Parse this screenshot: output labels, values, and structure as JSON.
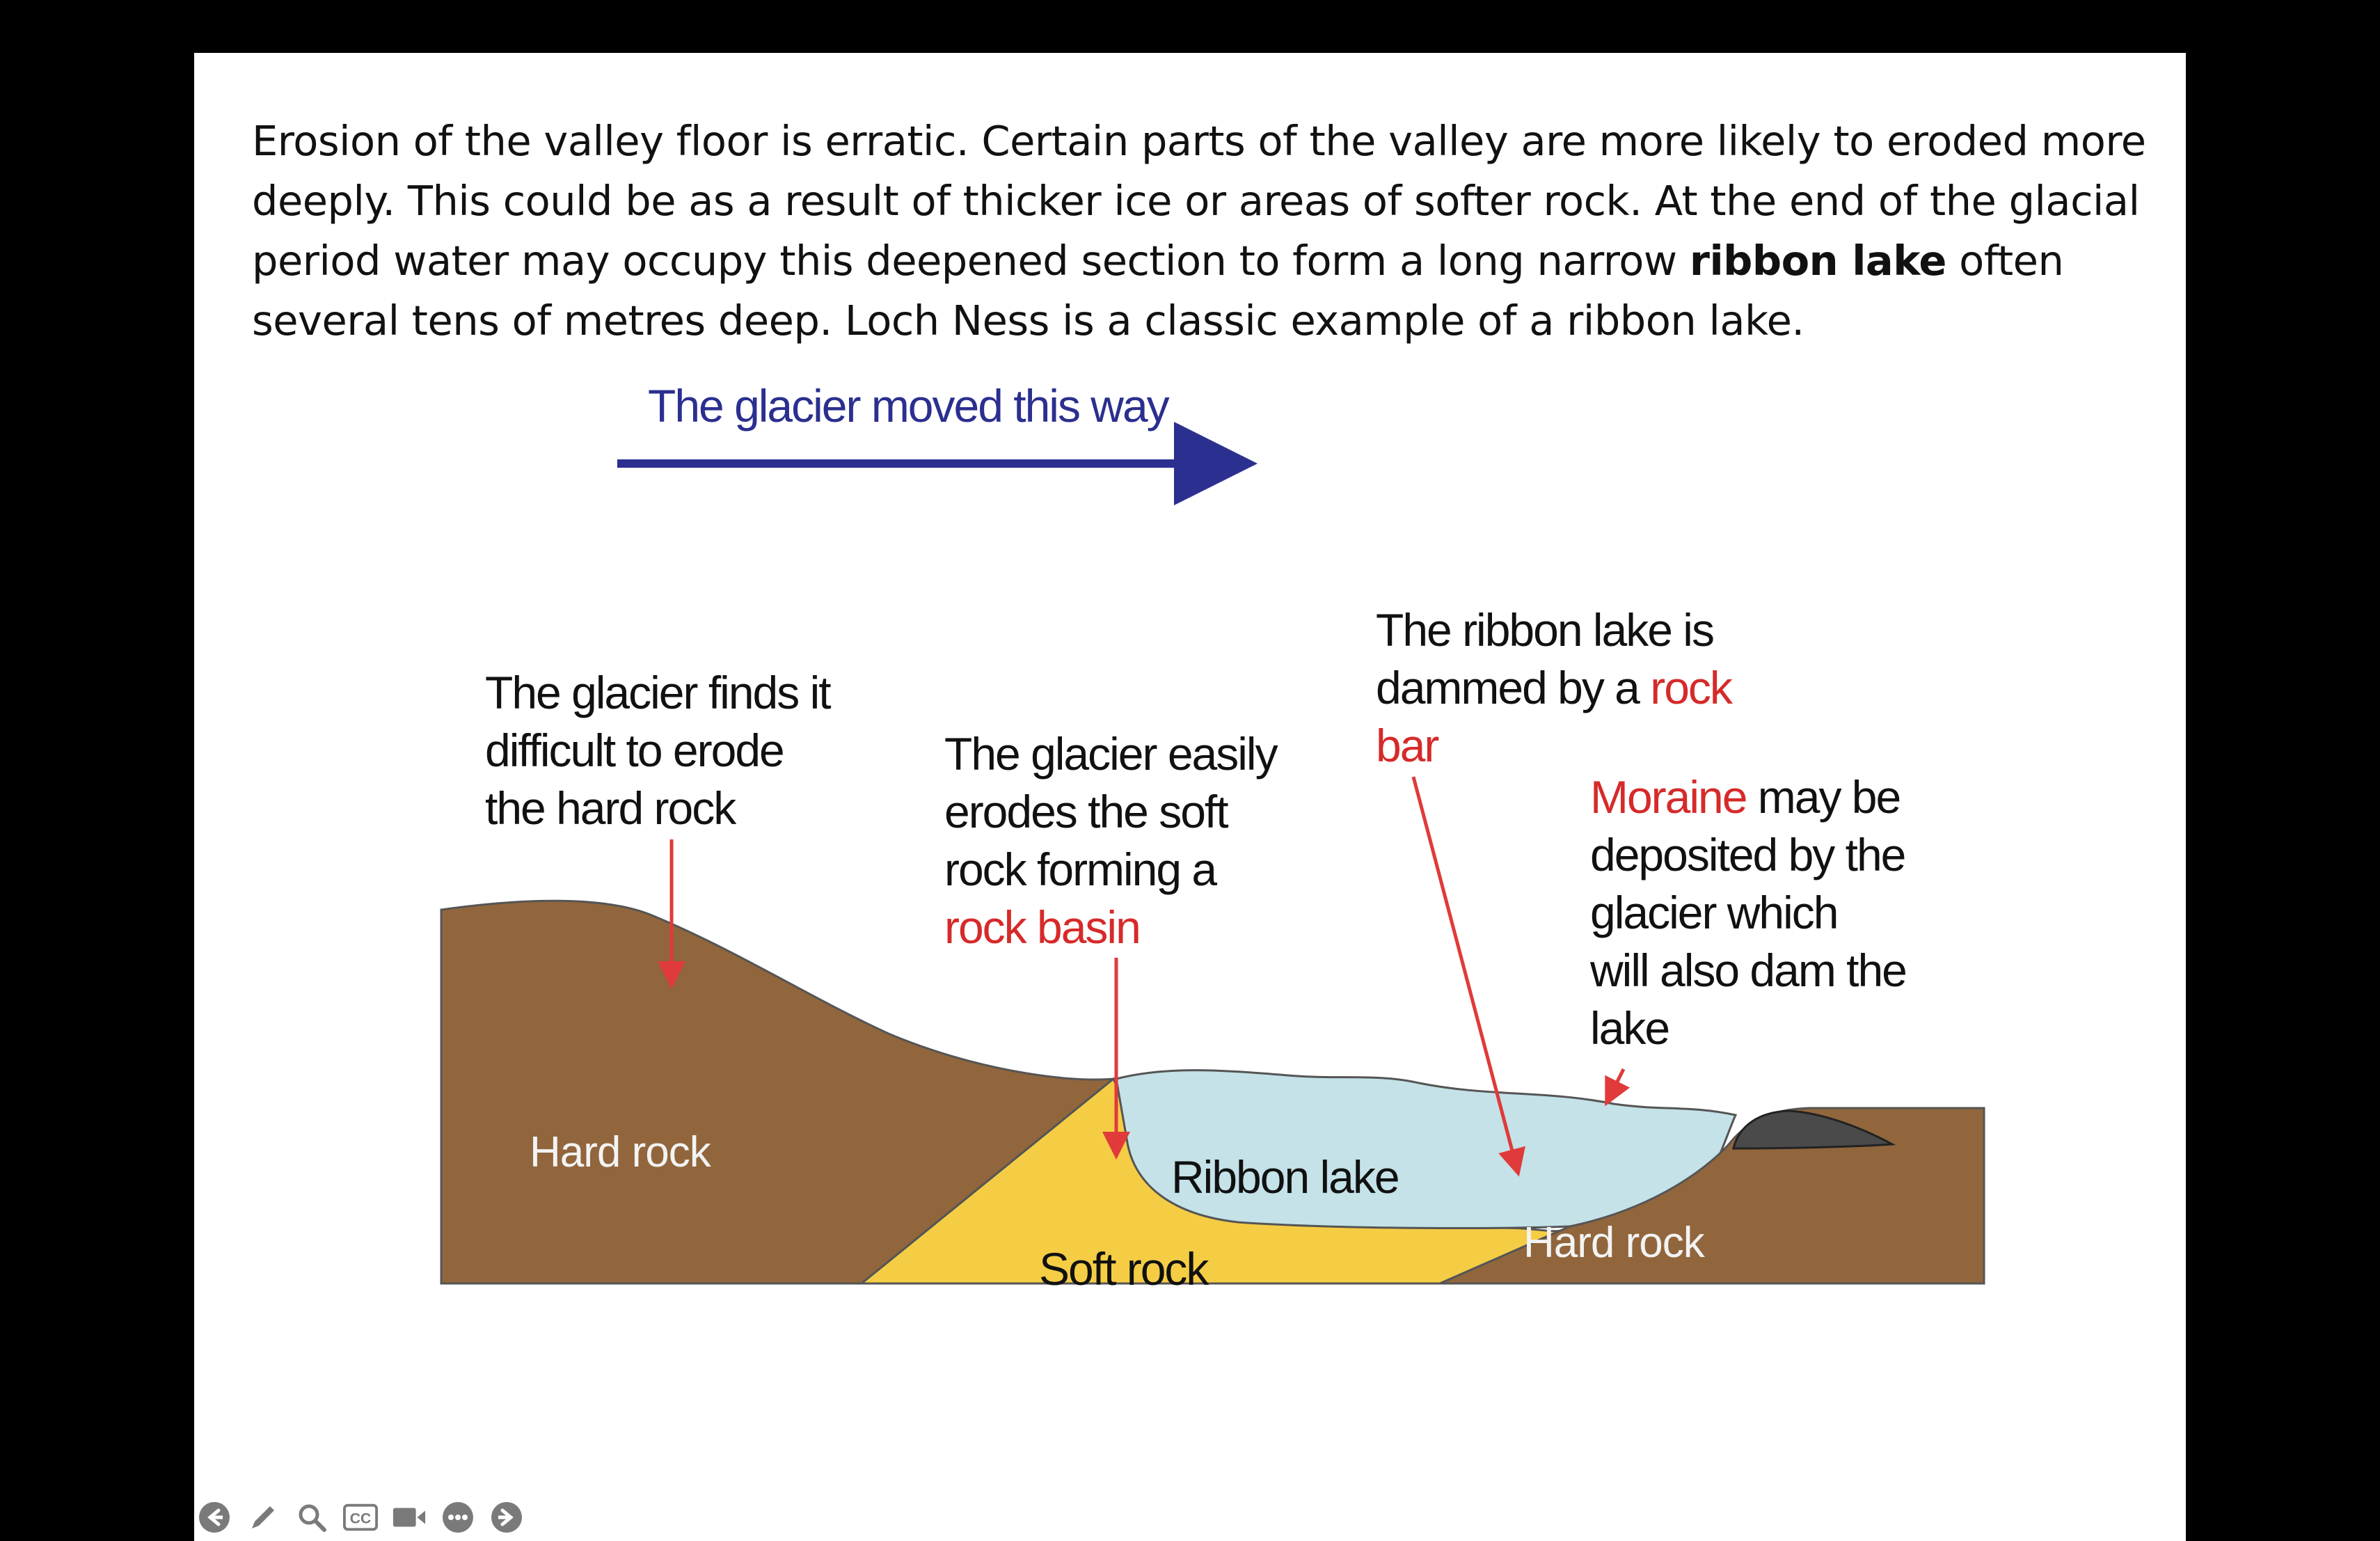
{
  "intro": {
    "part1": "Erosion of the valley floor is erratic. Certain parts of the valley are more likely to eroded more deeply. This could be as a result of thicker ice or areas of softer rock. At the end of the glacial period water may occupy this deepened section to form a long narrow ",
    "bold": "ribbon lake",
    "part2": " often several tens of metres deep. Loch Ness is a classic example of a ribbon lake."
  },
  "diagram": {
    "direction_label": "The glacier moved this way",
    "hard_rock_note": [
      "The glacier finds it",
      "difficult to erode",
      "the hard rock"
    ],
    "soft_rock_note": {
      "lines": [
        "The glacier easily",
        "erodes the soft",
        "rock forming a"
      ],
      "highlight": "rock basin"
    },
    "rock_bar_note": {
      "line1": "The ribbon lake is",
      "line2": "dammed by a ",
      "highlight1": "rock",
      "highlight2": "bar"
    },
    "moraine_note": {
      "highlight": "Moraine",
      "line1_rest": " may be",
      "lines": [
        "deposited by the",
        "glacier which",
        "will also dam the",
        "lake"
      ]
    },
    "hard_rock_left": "Hard rock",
    "hard_rock_right": "Hard rock",
    "ribbon_lake": "Ribbon lake",
    "soft_rock": "Soft rock",
    "colors": {
      "hard_rock": "#91663c",
      "soft_rock": "#f5cd45",
      "lake": "#c4e2e8",
      "arrow_navy": "#2b2f8f",
      "pointer_red": "#e03a3a",
      "moraine": "#4a4a4a"
    }
  },
  "toolbar": {
    "icons": [
      "arrow-left-icon",
      "pen-icon",
      "zoom-icon",
      "captions-icon",
      "video-icon",
      "more-icon",
      "arrow-right-icon"
    ],
    "cc_text": "CC"
  }
}
